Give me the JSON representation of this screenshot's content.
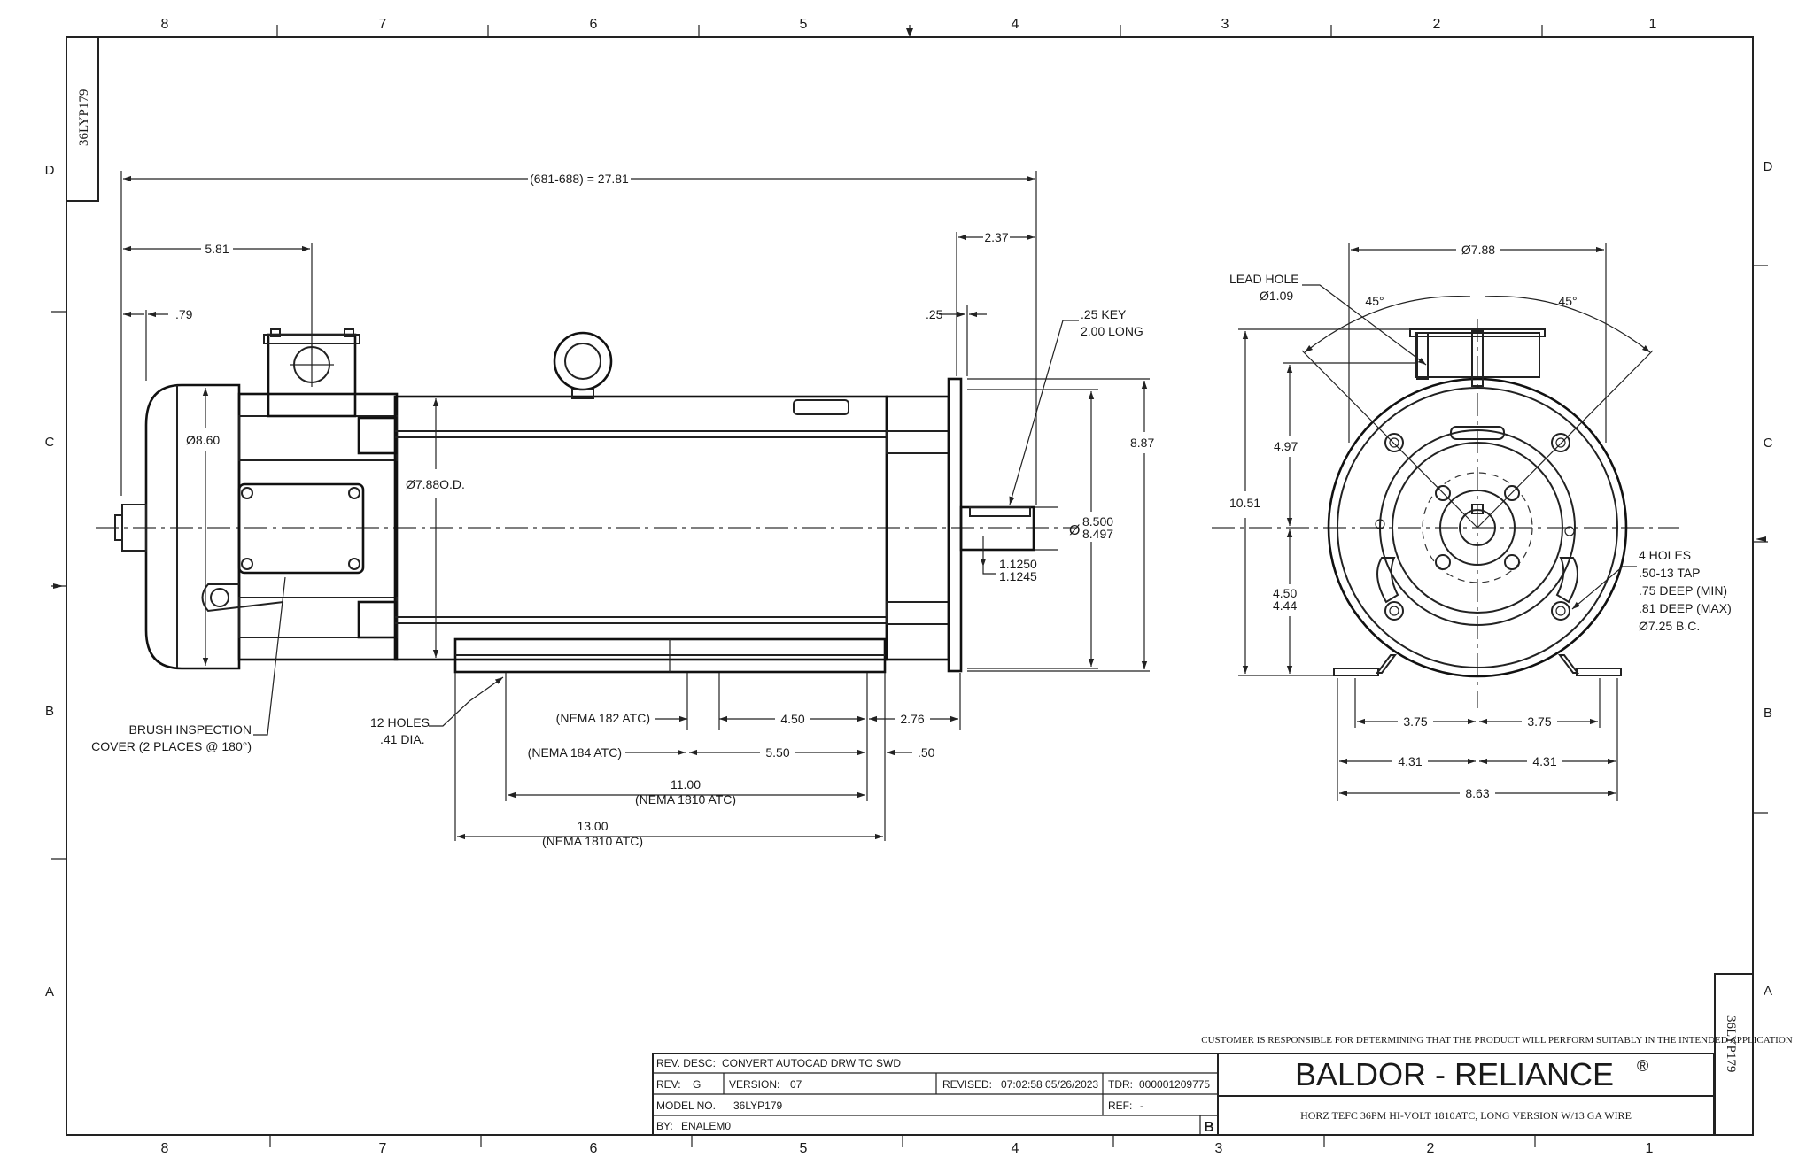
{
  "border": {
    "top_zones": [
      "8",
      "7",
      "6",
      "5",
      "4",
      "3",
      "2",
      "1"
    ],
    "bottom_zones": [
      "8",
      "7",
      "6",
      "5",
      "4",
      "3",
      "2",
      "1"
    ],
    "rows_left": [
      "D",
      "C",
      "B",
      "A"
    ],
    "rows_right": [
      "D",
      "C",
      "B",
      "A"
    ],
    "corner_tag_top": "36LYP179",
    "corner_tag_right": "36LYP179"
  },
  "side_view": {
    "overall": "(681-688) = 27.81",
    "d_581": "5.81",
    "d_79": ".79",
    "d_237": "2.37",
    "d_25": ".25",
    "key_l1": ".25 KEY",
    "key_l2": "2.00 LONG",
    "dia_860": "Ø8.60",
    "dia_788od": "Ø7.88O.D.",
    "d_887": "8.87",
    "dia_8500_prefix": "Ø",
    "dia_8500_a": "8.500",
    "dia_8500_b": "8.497",
    "d_1125_a": "1.1250",
    "d_1125_b": "1.1245",
    "holes_l1": "12 HOLES",
    "holes_l2": ".41 DIA.",
    "brush_l1": "BRUSH INSPECTION",
    "brush_l2": "COVER (2 PLACES @ 180°)",
    "nema182": "(NEMA 182 ATC)",
    "d_450": "4.50",
    "d_276": "2.76",
    "nema184": "(NEMA 184 ATC)",
    "d_550": "5.50",
    "d_50": ".50",
    "d_1100": "11.00",
    "nema1810a": "(NEMA 1810 ATC)",
    "d_1300": "13.00",
    "nema1810b": "(NEMA 1810 ATC)"
  },
  "end_view": {
    "dia_788": "Ø7.88",
    "lead_l1": "LEAD HOLE",
    "lead_l2": "Ø1.09",
    "ang_left": "45°",
    "ang_right": "45°",
    "d_1051": "10.51",
    "d_497": "4.97",
    "d_450": "4.50",
    "d_444": "4.44",
    "holes_l1": "4 HOLES",
    "holes_l2": ".50-13 TAP",
    "holes_l3": ".75 DEEP (MIN)",
    "holes_l4": ".81 DEEP (MAX)",
    "holes_l5": "Ø7.25 B.C.",
    "d_375_left": "3.75",
    "d_375_right": "3.75",
    "d_431_left": "4.31",
    "d_431_right": "4.31",
    "d_863": "8.63"
  },
  "title_block": {
    "disclaimer": "CUSTOMER IS RESPONSIBLE FOR DETERMINING THAT THE PRODUCT WILL PERFORM SUITABLY IN THE INTENDED APPLICATION",
    "rev_desc_label": "REV. DESC:",
    "rev_desc": "CONVERT AUTOCAD DRW TO SWD",
    "rev_label": "REV:",
    "rev": "G",
    "version_label": "VERSION:",
    "version": "07",
    "revised_label": "REVISED:",
    "revised": "07:02:58 05/26/2023",
    "tdr_label": "TDR:",
    "tdr": "000001209775",
    "model_label": "MODEL NO.",
    "model": "36LYP179",
    "ref_label": "REF:",
    "ref": "-",
    "by_label": "BY:",
    "by": "ENALEM0",
    "size": "B",
    "brand": "BALDOR - RELIANCE",
    "brand_mark": "®",
    "description": "HORZ TEFC 36PM HI-VOLT 1810ATC, LONG VERSION W/13 GA WIRE"
  }
}
